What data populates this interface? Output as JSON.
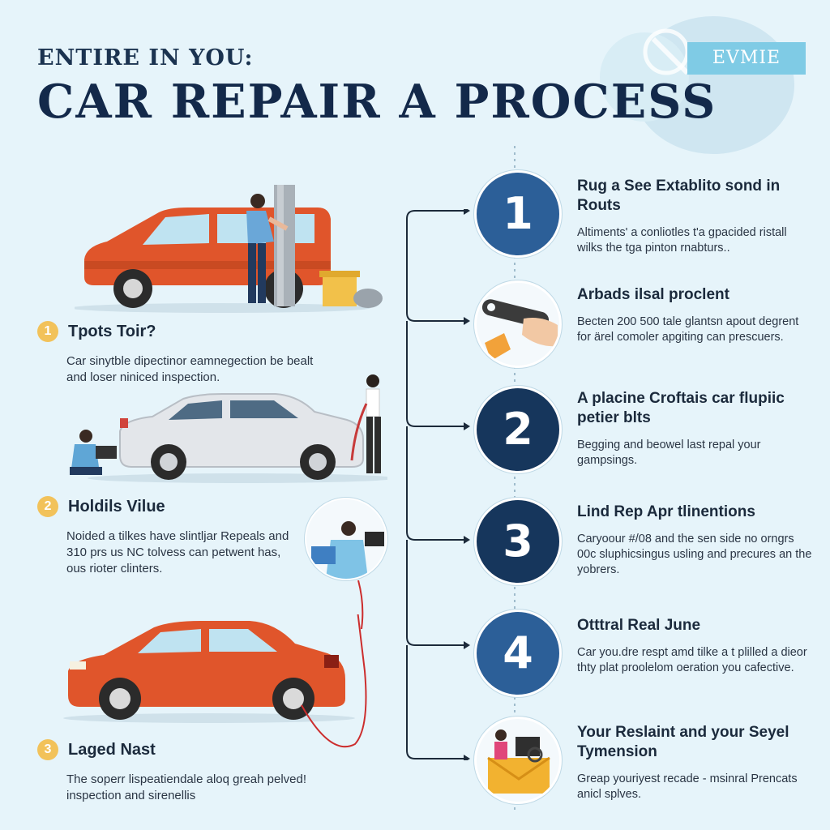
{
  "header": {
    "kicker": "ENTIRE IN YOU:",
    "title": "CAR REPAIR A PROCESS",
    "badge": "EVMIE"
  },
  "left_steps": [
    {
      "number": "1",
      "title": "Tpots Toir?",
      "description": "Car sinytble dipectinor eamnegection be bealt and loser niniced inspection."
    },
    {
      "number": "2",
      "title": "Holdils Vilue",
      "description": "Noided a tilkes have slintljar Repeals and 310 prs us NC tolvess can petwent has, ous rioter clinters."
    },
    {
      "number": "3",
      "title": "Laged Nast",
      "description": "The soperr lispeatiendale aloq greah pelved! inspection and sirenellis"
    }
  ],
  "timeline": [
    {
      "marker": "1",
      "marker_type": "number",
      "title": "Rug a See Extablito sond in Routs",
      "description": "Altiments' a conliotles t'a gpacided ristall wilks the tga pinton rnabturs.."
    },
    {
      "marker": "",
      "marker_type": "image",
      "image_name": "wrench-hand-icon",
      "title": "Arbads ilsal proclent",
      "description": "Becten 200 500 tale glantsn apout degrent for ärel comoler apgiting can prescuers."
    },
    {
      "marker": "2",
      "marker_type": "number",
      "title": "A placine Croftais car flupiic petier blts",
      "description": "Begging and beowel last repal your gampsings."
    },
    {
      "marker": "3",
      "marker_type": "number",
      "title": "Lind Rep Apr tlinentions",
      "description": "Caryoour #/08 and the sen side no orngrs 00c sluphicsingus usling and precures an the yobrers."
    },
    {
      "marker": "4",
      "marker_type": "number",
      "title": "Otttral Real June",
      "description": "Car you.dre respt amd tilke a t plilled a dieor thty plat proolelom oeration you cafective."
    },
    {
      "marker": "",
      "marker_type": "image",
      "image_name": "mechanic-with-envelope-icon",
      "title": "Your Reslaint and your Seyel Tymension",
      "description": "Greap youriyest recade - msinral Prencats anicl splves."
    }
  ],
  "colors": {
    "background": "#e6f4fa",
    "circle_blue": "#2c5f98",
    "circle_navy": "#16365c",
    "car_orange": "#e0552b",
    "car_silver": "#e3e6ea",
    "step_badge": "#f2c25a",
    "cable_red": "#cc2d2d"
  }
}
